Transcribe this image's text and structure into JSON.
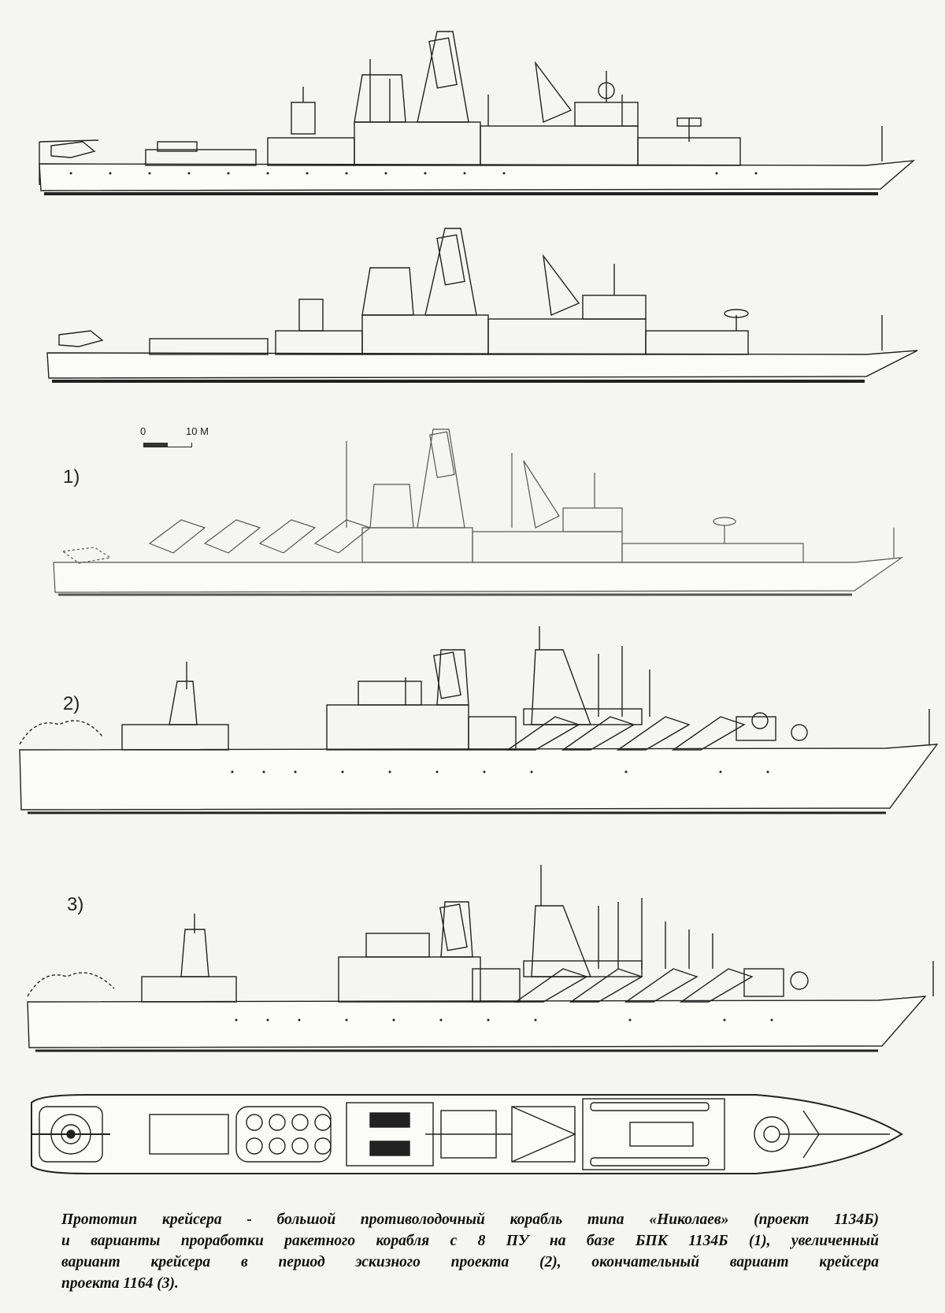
{
  "document": {
    "type": "scanned-book-page",
    "figures": [
      {
        "id": "ship-1134b-a",
        "label": "",
        "description": "Side profile of large anti-submarine ship type Nikolaev (project 1134B)"
      },
      {
        "id": "ship-1134b-b",
        "label": "",
        "description": "Side profile of large anti-submarine ship type Nikolaev (project 1134B), second view"
      },
      {
        "id": "variant-1",
        "label": "1)",
        "description": "Missile ship variant with 8 launchers based on BPK 1134B"
      },
      {
        "id": "variant-2",
        "label": "2)",
        "description": "Enlarged cruiser variant during sketch design"
      },
      {
        "id": "variant-3",
        "label": "3)",
        "description": "Final cruiser variant project 1164"
      },
      {
        "id": "plan-view",
        "label": "",
        "description": "Top-down deck plan view"
      }
    ],
    "scale_bar": {
      "start": "0",
      "end": "10 М"
    },
    "caption": {
      "lines": [
        "Прототип крейсера - большой противолодочный корабль типа «Николаев» (проект 1134Б)",
        "и варианты проработки ракетного корабля с 8 ПУ на базе БПК 1134Б (1), увеличенный",
        "вариант крейсера в период эскизного проекта (2), окончательный вариант крейсера",
        "проекта 1164 (3)."
      ]
    }
  }
}
